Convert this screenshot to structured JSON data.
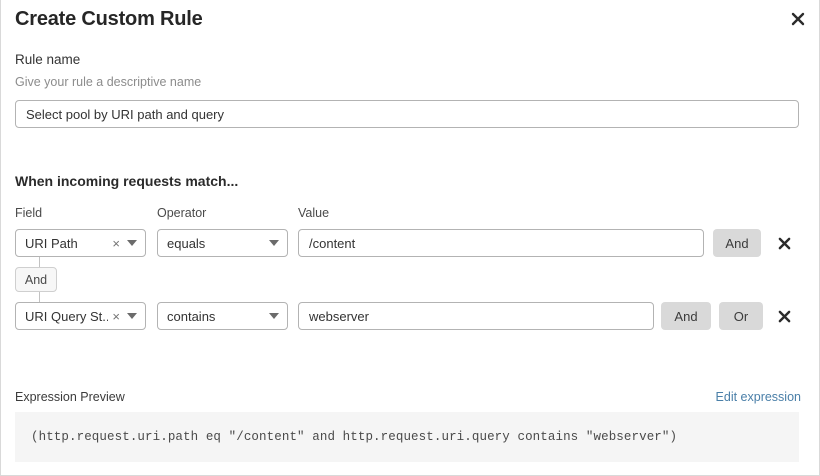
{
  "dialog": {
    "title": "Create Custom Rule",
    "close_icon": "close-icon"
  },
  "rule_name": {
    "label": "Rule name",
    "hint": "Give your rule a descriptive name",
    "value": "Select pool by URI path and query",
    "placeholder": ""
  },
  "match_section": {
    "heading": "When incoming requests match...",
    "columns": {
      "field": "Field",
      "operator": "Operator",
      "value": "Value"
    },
    "group_connector": "And",
    "rows": [
      {
        "field": "URI Path",
        "operator": "equals",
        "value": "/content",
        "clear_glyph": "×",
        "logic_buttons": [
          "And"
        ],
        "remove_label": "remove-condition"
      },
      {
        "field": "URI Query St...",
        "operator": "contains",
        "value": "webserver",
        "clear_glyph": "×",
        "logic_buttons": [
          "And",
          "Or"
        ],
        "remove_label": "remove-condition"
      }
    ]
  },
  "expression_preview": {
    "label": "Expression Preview",
    "edit_link": "Edit expression",
    "code": "(http.request.uri.path eq \"/content\" and http.request.uri.query contains \"webserver\")"
  },
  "colors": {
    "accent_link": "#4a7fa8",
    "button_gray": "#d9d9d9",
    "preview_bg": "#f5f5f5",
    "border": "#b3b3b3"
  }
}
